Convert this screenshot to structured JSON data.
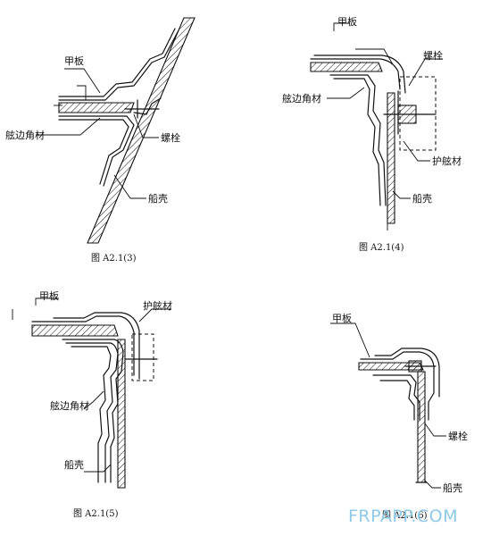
{
  "figures": [
    {
      "caption": "图 A2.1(3)",
      "labels": {
        "deck": "甲板",
        "gunwale_angle": "舷边角材",
        "bolt": "螺栓",
        "hull": "船壳"
      }
    },
    {
      "caption": "图 A2.1(4)",
      "labels": {
        "deck": "甲板",
        "bolt": "螺栓",
        "gunwale_angle": "舷边角材",
        "fender": "护舷材",
        "hull": "船壳"
      }
    },
    {
      "caption": "图 A2.1(5)",
      "labels": {
        "deck": "甲板",
        "fender": "护舷材",
        "gunwale_angle": "舷边角材",
        "hull": "船壳"
      }
    },
    {
      "caption": "图 A2.1(6)",
      "labels": {
        "deck": "甲板",
        "bolt": "螺栓",
        "hull": "船壳"
      }
    }
  ],
  "watermark": "FRPAPP.COM"
}
